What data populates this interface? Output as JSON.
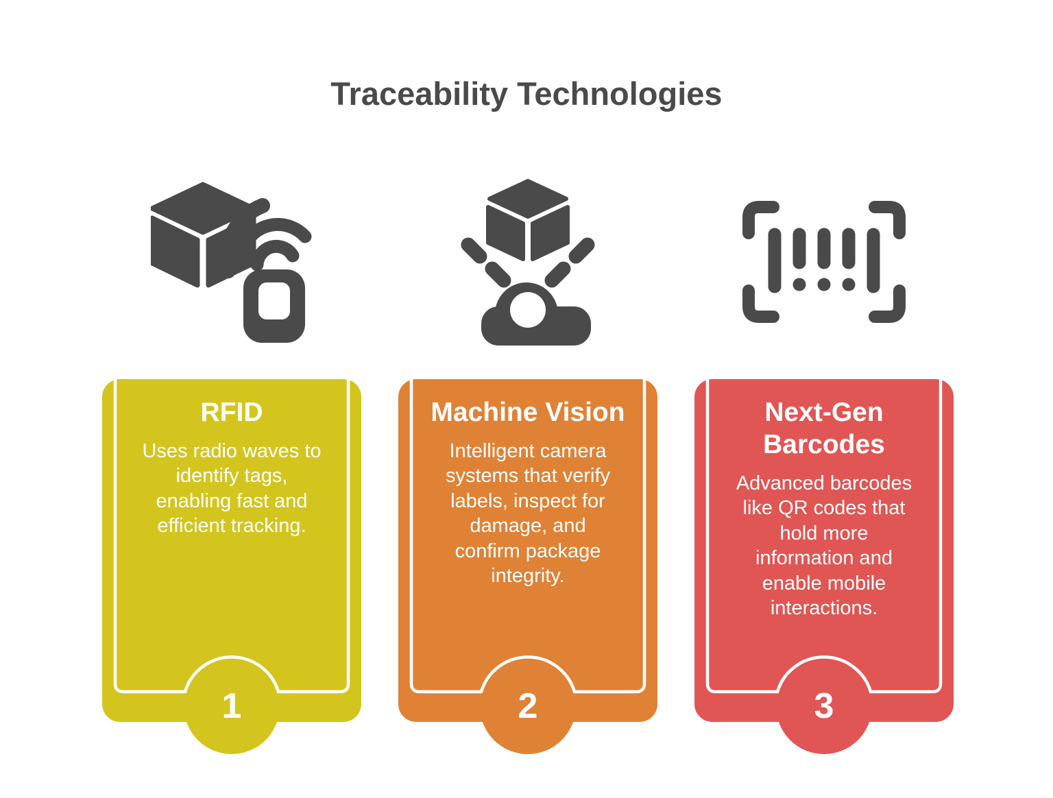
{
  "page": {
    "title": "Traceability Technologies",
    "background": "#ffffff"
  },
  "colors": {
    "heading_text": "#4a4a4a",
    "icon": "#4a4a4a",
    "card_text": "#ffffff",
    "inner_border": "#ffffff"
  },
  "cards": [
    {
      "number": "1",
      "title": "RFID",
      "description": "Uses radio waves to\nidentify tags,\nenabling fast and\nefficient tracking.",
      "color": "#d4c51e",
      "icon": "rfid-icon"
    },
    {
      "number": "2",
      "title": "Machine Vision",
      "description": "Intelligent camera\nsystems that verify\nlabels, inspect for\ndamage, and\nconfirm package\nintegrity.",
      "color": "#df8235",
      "icon": "machine-vision-icon"
    },
    {
      "number": "3",
      "title": "Next-Gen\nBarcodes",
      "description": "Advanced barcodes\nlike QR codes that\nhold more\ninformation and\nenable mobile\ninteractions.",
      "color": "#e05654",
      "icon": "barcode-scan-icon"
    }
  ]
}
